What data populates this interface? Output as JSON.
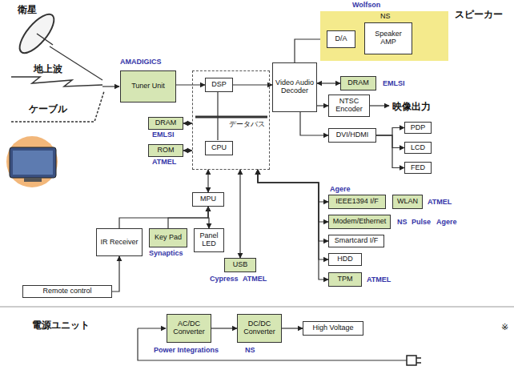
{
  "diagram": {
    "nodes": [
      {
        "text": [
          "Tuner Unit"
        ]
      },
      {
        "text": [
          "データバス"
        ]
      },
      {
        "text": [
          "DSP"
        ],
        "in": 1
      },
      {
        "text": [
          "CPU"
        ],
        "in": 1
      },
      {
        "text": [
          "DRAM"
        ]
      },
      {
        "text": [
          "ROM"
        ]
      },
      {
        "text": [
          "Video Audio Decoder"
        ]
      },
      {
        "text": [
          "NS"
        ]
      },
      {
        "text": [
          "D/A"
        ],
        "in": 7
      },
      {
        "text": [
          "Speaker AMP"
        ],
        "in": 7
      },
      {
        "text": [
          "DRAM"
        ]
      },
      {
        "text": [
          "NTSC Encoder"
        ]
      },
      {
        "text": [
          "DVI/HDMI"
        ]
      },
      {
        "text": [
          "PDP"
        ]
      },
      {
        "text": [
          "LCD"
        ]
      },
      {
        "text": [
          "FED"
        ]
      },
      {
        "text": [
          "IEEE1394 I/F"
        ]
      },
      {
        "text": [
          "WLAN"
        ]
      },
      {
        "text": [
          "Modem/Ethernet"
        ]
      },
      {
        "text": [
          "Smartcard I/F"
        ]
      },
      {
        "text": [
          "HDD"
        ]
      },
      {
        "text": [
          "TPM"
        ]
      },
      {
        "text": [
          "MPU"
        ]
      },
      {
        "text": [
          "IR Receiver"
        ]
      },
      {
        "text": [
          "Key Pad"
        ]
      },
      {
        "text": [
          "Panel LED"
        ]
      },
      {
        "text": [
          "USB"
        ]
      },
      {
        "text": [
          "Remote control"
        ]
      },
      {
        "text": [
          "AC/DC Converter"
        ]
      },
      {
        "text": [
          "DC/DC Converter"
        ]
      },
      {
        "text": [
          "High Voltage"
        ]
      }
    ],
    "edges": [
      {
        "from": 0,
        "to": 2,
        "arrow": "to"
      },
      {
        "from": 2,
        "to": 6,
        "arrow": "to"
      },
      {
        "from": 6,
        "to": 8,
        "arrow": "to"
      },
      {
        "from": 8,
        "to": 9,
        "arrow": "to"
      },
      {
        "from": 6,
        "to": 10,
        "arrow": "both"
      },
      {
        "from": 6,
        "to": 11,
        "arrow": "to"
      },
      {
        "from": 6,
        "to": 12,
        "arrow": "to"
      },
      {
        "from": 12,
        "to": 13,
        "arrow": "to"
      },
      {
        "from": 12,
        "to": 14,
        "arrow": "to"
      },
      {
        "from": 12,
        "to": 15,
        "arrow": "to"
      },
      {
        "from": 4,
        "to": 1,
        "arrow": "both"
      },
      {
        "from": 5,
        "to": 1,
        "arrow": "both"
      },
      {
        "from": 22,
        "to": 1,
        "arrow": "both"
      },
      {
        "from": 23,
        "to": 22,
        "arrow": "to"
      },
      {
        "from": 24,
        "to": 22,
        "arrow": "to"
      },
      {
        "from": 22,
        "to": 25,
        "arrow": "to"
      },
      {
        "from": 27,
        "to": 23,
        "arrow": "to"
      },
      {
        "from": 1,
        "to": 26,
        "arrow": "both"
      },
      {
        "from": 1,
        "to": 16,
        "arrow": "both"
      },
      {
        "from": 1,
        "to": 18,
        "arrow": "both"
      },
      {
        "from": 1,
        "to": 19,
        "arrow": "both"
      },
      {
        "from": 1,
        "to": 20,
        "arrow": "both"
      },
      {
        "from": 1,
        "to": 21,
        "arrow": "both"
      },
      {
        "from": 28,
        "to": 29,
        "arrow": "to"
      },
      {
        "from": 29,
        "to": 30,
        "arrow": "to"
      }
    ],
    "labels": [
      "衛星",
      "地上波",
      "ケーブル",
      "AMADIGICS",
      "EMLSI",
      "ATMEL",
      "Wolfson",
      "スピーカー",
      "EMLSI",
      "映像出力",
      "Agere",
      "ATMEL",
      "NS",
      "Pulse",
      "Agere",
      "ATMEL",
      "Synaptics",
      "Cypress",
      "ATMEL",
      "電源ユニット",
      "Power Integrations",
      "NS",
      "※"
    ]
  }
}
